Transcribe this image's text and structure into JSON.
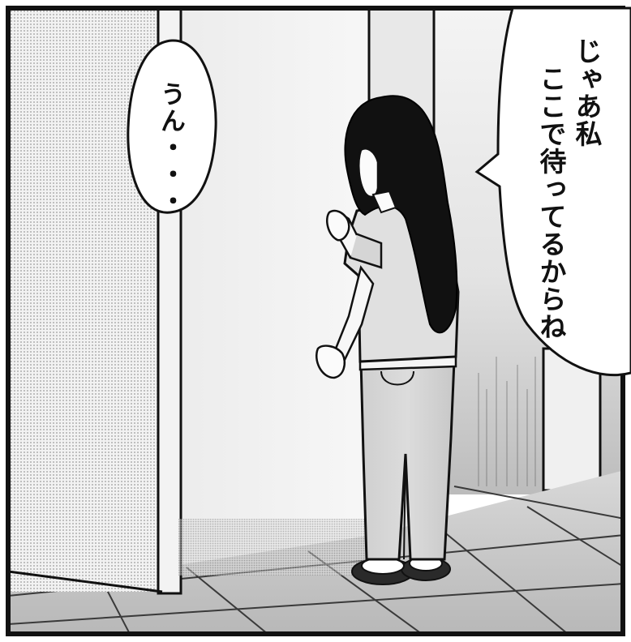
{
  "speech_bubbles": {
    "left": {
      "text": "うん・・・"
    },
    "right": {
      "lines": [
        "じゃあ私",
        "ここで待ってるからね"
      ]
    }
  },
  "colors": {
    "ink": "#111111",
    "paper": "#ffffff",
    "screentone_light": "#e6e6e6",
    "screentone_mid": "#d2d2d2",
    "screentone_dark": "#bdbdbd"
  }
}
